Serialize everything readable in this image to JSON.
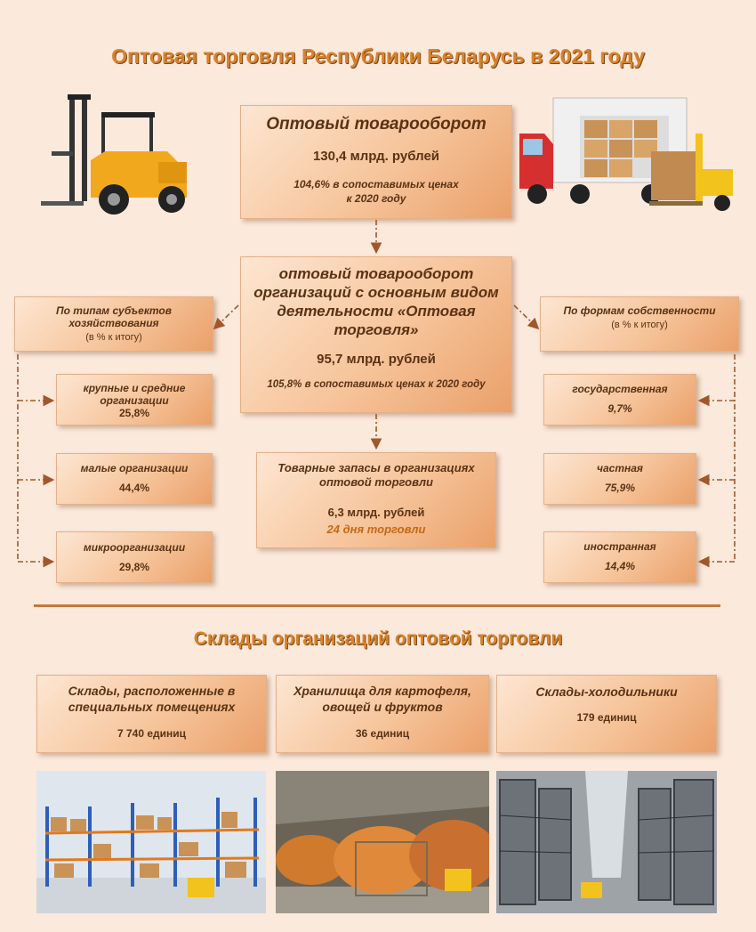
{
  "title": "Оптовая торговля Республики Беларусь в 2021 году",
  "wholesale_turnover": {
    "heading": "Оптовый товарооборот",
    "value": "130,4 млрд. рублей",
    "percent_line1": "104,6% в сопоставимых ценах",
    "percent_line2": "к 2020 году"
  },
  "core_turnover": {
    "heading": "оптовый товарооборот организаций с основным видом деятельности «Оптовая торговля»",
    "value": "95,7 млрд. рублей",
    "percent": "105,8% в сопоставимых ценах к 2020 году"
  },
  "by_entity": {
    "heading": "По типам субъектов хозяйствования",
    "unit": "(в % к итогу)",
    "items": [
      {
        "label": "крупные и средние организации",
        "value": "25,8%"
      },
      {
        "label": "малые организации",
        "value": "44,4%"
      },
      {
        "label": "микроорганизации",
        "value": "29,8%"
      }
    ]
  },
  "by_ownership": {
    "heading": "По формам собственности",
    "unit": "(в % к итогу)",
    "items": [
      {
        "label": "государственная",
        "value": "9,7%"
      },
      {
        "label": "частная",
        "value": "75,9%"
      },
      {
        "label": "иностранная",
        "value": "14,4%"
      }
    ]
  },
  "inventory": {
    "heading": "Товарные запасы в организациях оптовой торговли",
    "value": "6,3 млрд. рублей",
    "days": "24 дня торговли"
  },
  "warehouses_title": "Склады организаций оптовой торговли",
  "warehouses": [
    {
      "label": "Склады, расположенные в специальных помещениях",
      "value": "7 740 единиц"
    },
    {
      "label": "Хранилища для картофеля, овощей и фруктов",
      "value": "36 единиц"
    },
    {
      "label": "Склады-холодильники",
      "value": "179 единиц"
    }
  ],
  "colors": {
    "accent": "#d9822b",
    "arrow": "#a0582a",
    "text": "#5a3214"
  }
}
